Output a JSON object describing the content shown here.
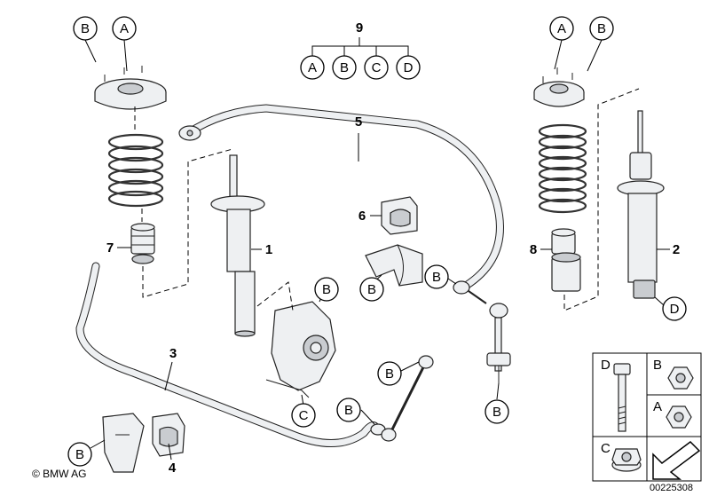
{
  "callouts": {
    "top_left_b": "B",
    "top_left_a": "A",
    "kit_number": "9",
    "kit_a": "A",
    "kit_b": "B",
    "kit_c": "C",
    "kit_d": "D",
    "top_right_a": "A",
    "top_right_b": "B",
    "item_5": "5",
    "item_6": "6",
    "item_7": "7",
    "item_1": "1",
    "item_8": "8",
    "item_2": "2",
    "item_3": "3",
    "item_4": "4",
    "knuckle_b": "B",
    "bracket_b": "B",
    "link_top_b": "B",
    "shock_d": "D",
    "link_bottom_b": "B",
    "knuckle_c": "C",
    "link2_top_b": "B",
    "link2_bottom_b": "B",
    "bracket2_b": "B"
  },
  "legend": {
    "d_label": "D",
    "b_label": "B",
    "a_label": "A",
    "c_label": "C"
  },
  "footer": {
    "copyright": "© BMW AG",
    "drawing_id": "00225308"
  }
}
